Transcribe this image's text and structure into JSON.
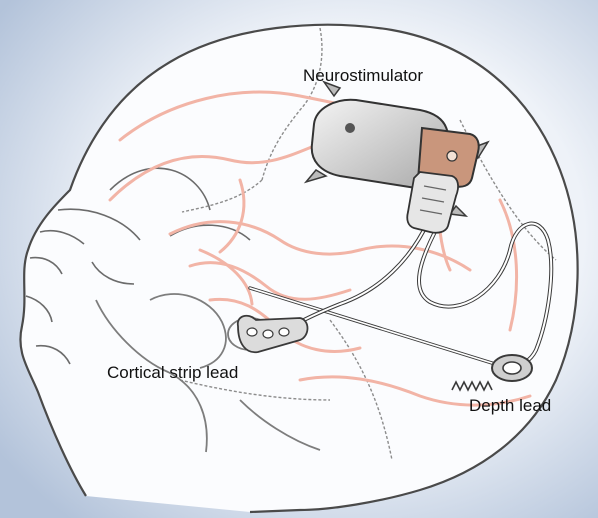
{
  "labels": {
    "neurostimulator": "Neurostimulator",
    "cortical_strip_lead": "Cortical strip lead",
    "depth_lead": "Depth lead"
  },
  "colors": {
    "background_glow": "#b9c8de",
    "skull_outline": "#4a4a4a",
    "vessels": "#f2b4a6",
    "device_body": "#d9d9d9",
    "device_connector": "#c9967c"
  }
}
